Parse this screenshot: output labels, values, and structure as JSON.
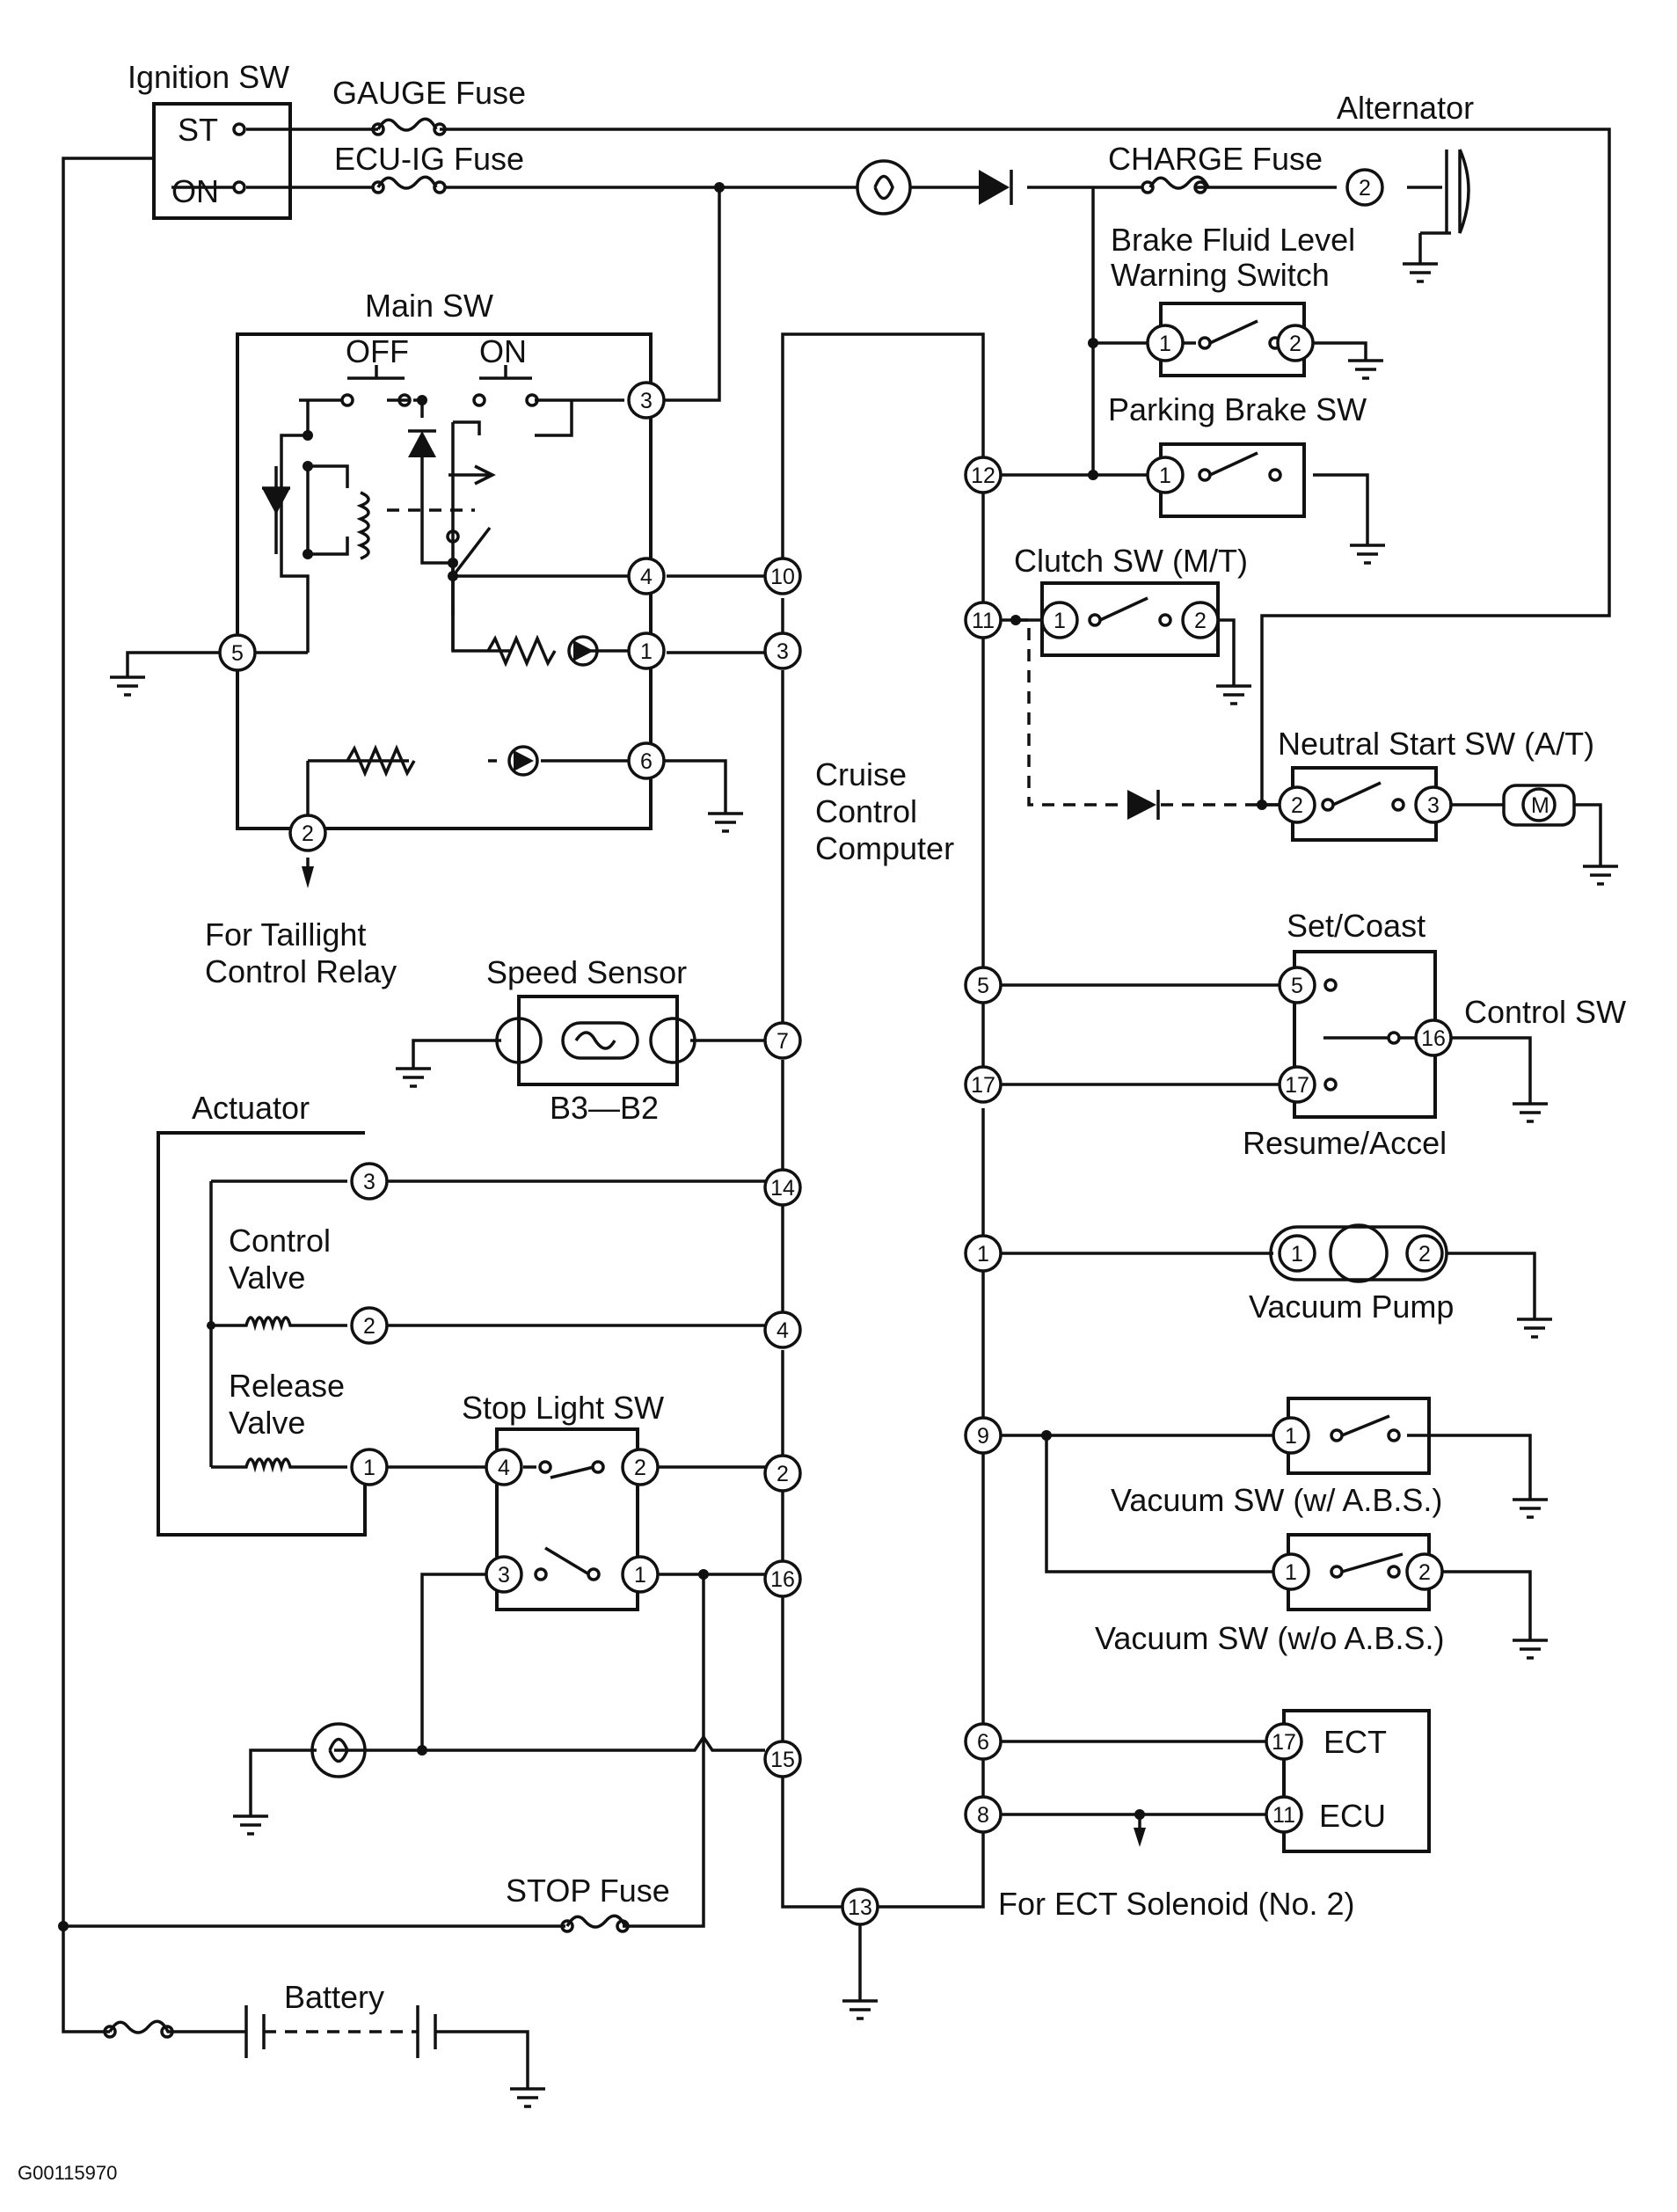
{
  "labels": {
    "ignition_sw": "Ignition SW",
    "ign_st": "ST",
    "ign_on": "ON",
    "gauge_fuse": "GAUGE Fuse",
    "ecu_ig_fuse": "ECU-IG Fuse",
    "alternator": "Alternator",
    "charge_fuse": "CHARGE Fuse",
    "brake_fluid_1": "Brake Fluid Level",
    "brake_fluid_2": "Warning Switch",
    "parking_brake": "Parking Brake SW",
    "main_sw": "Main SW",
    "main_off": "OFF",
    "main_on": "ON",
    "clutch_sw": "Clutch SW (M/T)",
    "neutral_start": "Neutral Start SW (A/T)",
    "computer_1": "Cruise",
    "computer_2": "Control",
    "computer_3": "Computer",
    "taillight_1": "For Taillight",
    "taillight_2": "Control Relay",
    "speed_sensor": "Speed Sensor",
    "speed_code": "B3—B2",
    "set_coast": "Set/Coast",
    "control_sw": "Control SW",
    "resume_accel": "Resume/Accel",
    "actuator": "Actuator",
    "control_valve_1": "Control",
    "control_valve_2": "Valve",
    "release_valve_1": "Release",
    "release_valve_2": "Valve",
    "vacuum_pump": "Vacuum Pump",
    "stop_light_sw": "Stop Light SW",
    "vacuum_sw_abs": "Vacuum SW (w/ A.B.S.)",
    "vacuum_sw_noabs": "Vacuum SW (w/o A.B.S.)",
    "ect": "ECT",
    "ecu": "ECU",
    "ect_solenoid": "For ECT Solenoid (No. 2)",
    "stop_fuse": "STOP Fuse",
    "battery": "Battery",
    "motor": "M",
    "code": "G00115970"
  },
  "pins": {
    "alt_2": "2",
    "brake_1": "1",
    "brake_2": "2",
    "park_1": "1",
    "main_3": "3",
    "main_4": "4",
    "main_1": "1",
    "main_6": "6",
    "main_5": "5",
    "main_2": "2",
    "ecu_12": "12",
    "ecu_11": "11",
    "ecu_10": "10",
    "ecu_3": "3",
    "ecu_7": "7",
    "ecu_14": "14",
    "ecu_4": "4",
    "ecu_2": "2",
    "ecu_16": "16",
    "ecu_15": "15",
    "ecu_13": "13",
    "ecu_5": "5",
    "ecu_17": "17",
    "ecu_1": "1",
    "ecu_9": "9",
    "ecu_6": "6",
    "ecu_8": "8",
    "clutch_1": "1",
    "clutch_2": "2",
    "nss_2": "2",
    "nss_3": "3",
    "csw_5": "5",
    "csw_16": "16",
    "csw_17": "17",
    "act_3": "3",
    "act_2": "2",
    "act_1": "1",
    "pump_1": "1",
    "pump_2": "2",
    "stop_4": "4",
    "stop_2": "2",
    "stop_3": "3",
    "stop_1": "1",
    "vabs_1": "1",
    "vnabs_1": "1",
    "vnabs_2": "2",
    "ect_17": "17",
    "ect_11": "11"
  }
}
